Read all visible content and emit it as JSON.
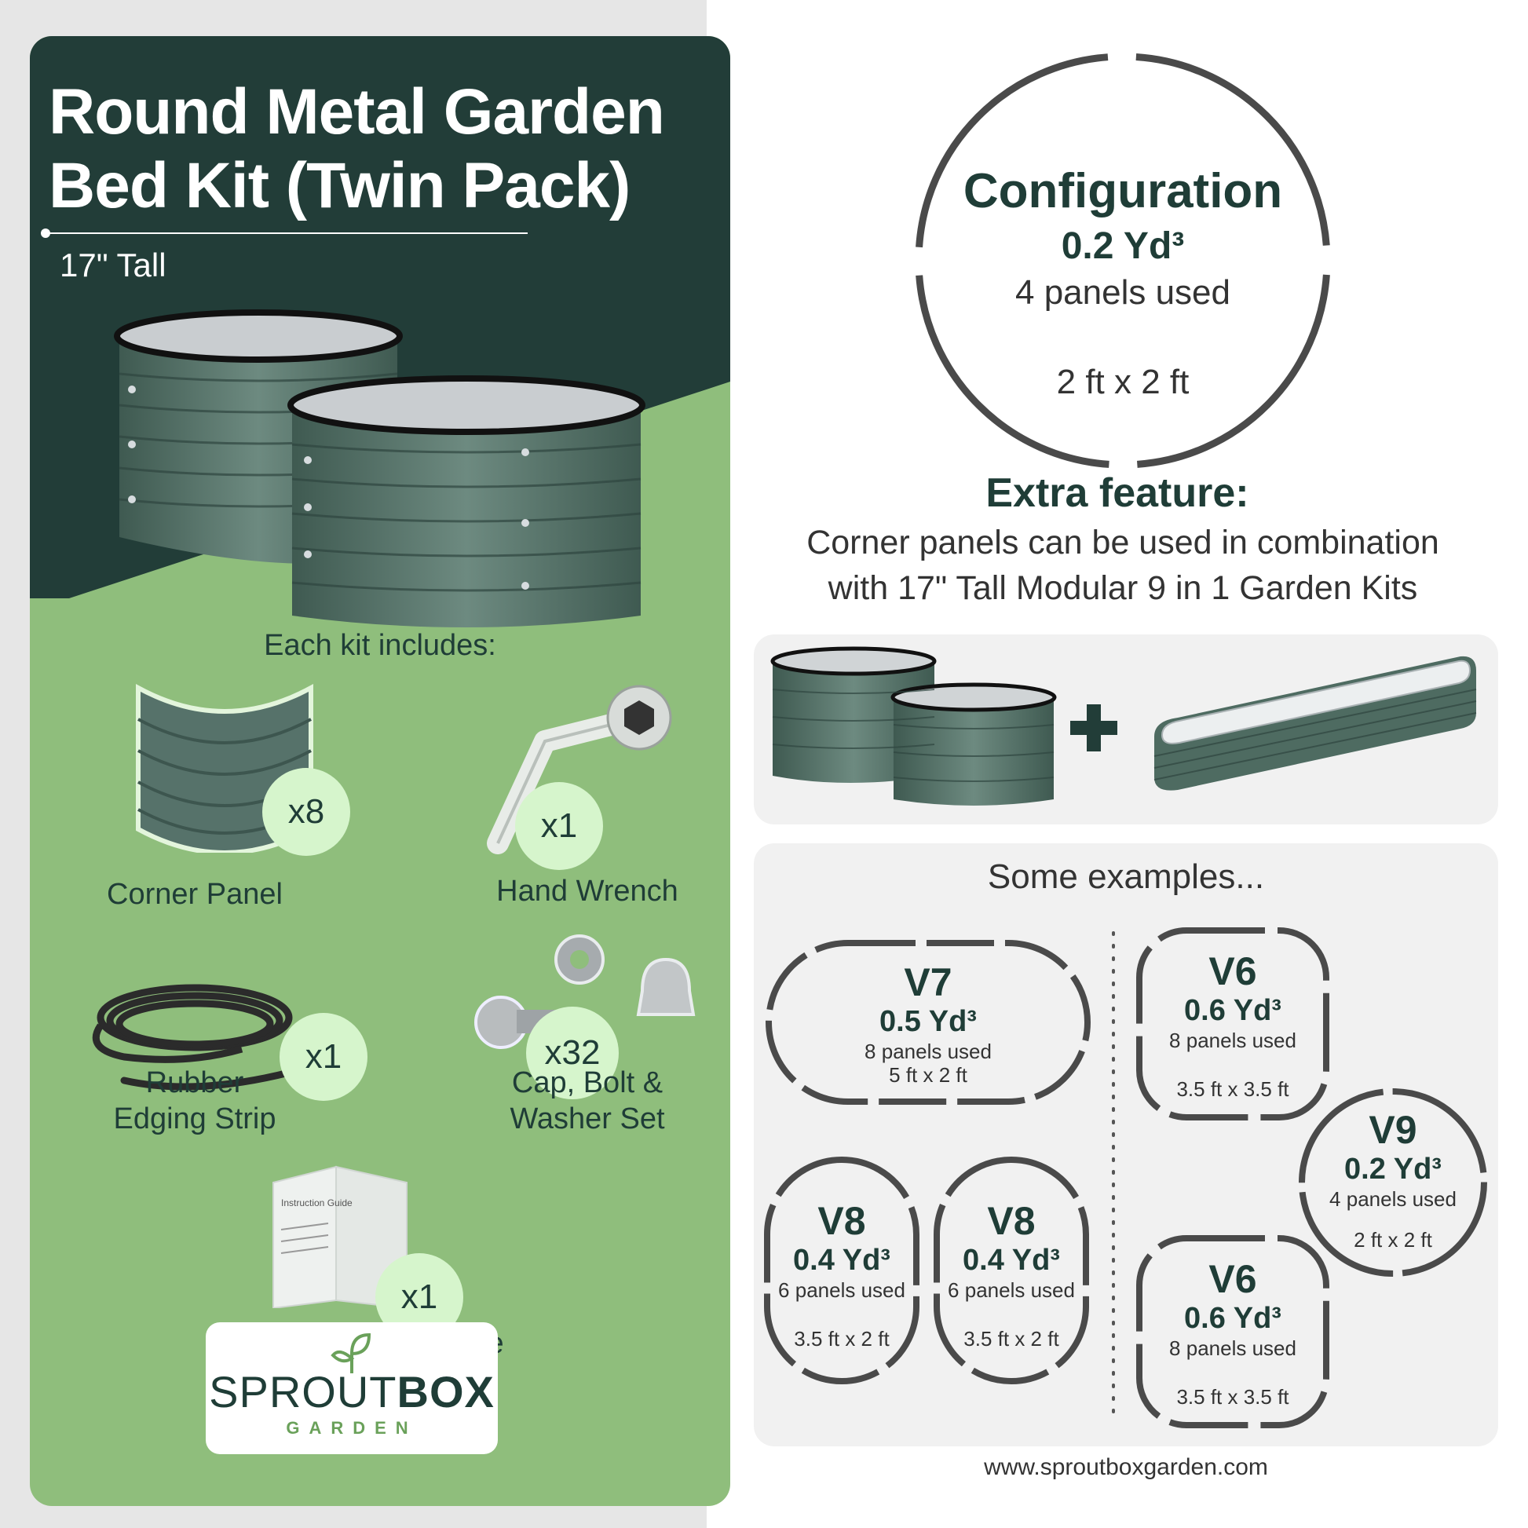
{
  "title_line1": "Round Metal Garden",
  "title_line2": "Bed Kit (Twin Pack)",
  "subtitle": "17\" Tall",
  "kit_includes_label": "Each kit includes:",
  "items": [
    {
      "label_line1": "Corner Panel",
      "label_line2": "",
      "count": "x8"
    },
    {
      "label_line1": "Hand Wrench",
      "label_line2": "",
      "count": "x1"
    },
    {
      "label_line1": "Rubber",
      "label_line2": "Edging Strip",
      "count": "x1"
    },
    {
      "label_line1": "Cap, Bolt &",
      "label_line2": "Washer Set",
      "count": "x32"
    },
    {
      "label_line1": "Instruction Guide",
      "label_line2": "",
      "count": "x1"
    }
  ],
  "guide_cover_text": "Instruction Guide",
  "logo": {
    "part1": "SPROUT",
    "part2": "BOX",
    "sub": "GARDEN"
  },
  "configuration": {
    "title": "Configuration",
    "volume": "0.2 Yd³",
    "panels": "4 panels used",
    "dims": "2 ft x 2 ft"
  },
  "extra_feature": {
    "title": "Extra feature:",
    "line1": "Corner panels can be used in combination",
    "line2": "with 17\" Tall Modular 9 in 1 Garden Kits"
  },
  "examples_title": "Some examples...",
  "examples": [
    {
      "name": "V7",
      "volume": "0.5 Yd³",
      "panels": "8 panels used",
      "dims": "5 ft x 2 ft"
    },
    {
      "name": "V6",
      "volume": "0.6 Yd³",
      "panels": "8 panels used",
      "dims": "3.5 ft x 3.5 ft"
    },
    {
      "name": "V9",
      "volume": "0.2 Yd³",
      "panels": "4 panels used",
      "dims": "2 ft x 2 ft"
    },
    {
      "name": "V8",
      "volume": "0.4 Yd³",
      "panels": "6 panels used",
      "dims": "3.5 ft x 2 ft"
    },
    {
      "name": "V8",
      "volume": "0.4 Yd³",
      "panels": "6 panels used",
      "dims": "3.5 ft x 2 ft"
    },
    {
      "name": "V6",
      "volume": "0.6 Yd³",
      "panels": "8 panels used",
      "dims": "3.5 ft x 3.5 ft"
    }
  ],
  "website": "www.sproutboxgarden.com",
  "colors": {
    "dark_green": "#223d38",
    "light_green": "#8fbe7c",
    "badge_green": "#d6f5cc",
    "bed_gray_green": "#4e6b61",
    "panel_gray": "#f1f1f1",
    "outline": "#4a4a4a"
  }
}
